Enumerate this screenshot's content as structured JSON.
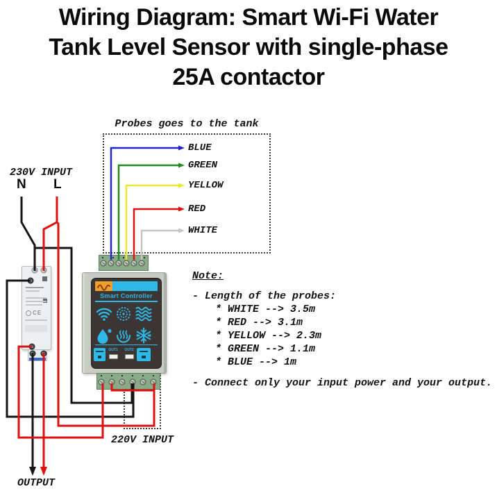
{
  "title": "Wiring Diagram: Smart Wi-Fi Water\nTank Level Sensor with single-phase\n25A contactor",
  "probes_box": {
    "caption": "Probes goes to the tank",
    "items": [
      {
        "label": "BLUE"
      },
      {
        "label": "GREEN"
      },
      {
        "label": "YELLOW"
      },
      {
        "label": "RED"
      },
      {
        "label": "WHITE"
      }
    ]
  },
  "labels": {
    "input_230": "230V INPUT",
    "neutral": "N",
    "line": "L",
    "input_220": "220V INPUT",
    "output": "OUTPUT"
  },
  "controller": {
    "name": "Smart Controller",
    "out1": "OUT1",
    "out2": "OUT2"
  },
  "contactor": {
    "ce_mark": "CE"
  },
  "note": {
    "heading": "Note:",
    "length_title": "- Length of the probes:",
    "lengths": [
      "* WHITE --> 3.5m",
      "* RED --> 3.1m",
      "* YELLOW --> 2.3m",
      "* GREEN --> 1.1m",
      "* BLUE --> 1m"
    ],
    "footer": "- Connect only your input power and your output."
  },
  "colors": {
    "wire_black": "#151515",
    "wire_red": "#dd1111",
    "wire_blue": "#2323cc",
    "wire_green": "#1e8c1e",
    "wire_yellow": "#ece72c",
    "wire_white": "#c4c4c4",
    "cyan": "#2fb9e8",
    "face": "#3b3533",
    "logo_orange": "#f0a028",
    "terminal_green": "#8aab88",
    "stripe_blue": "#3668c9"
  }
}
